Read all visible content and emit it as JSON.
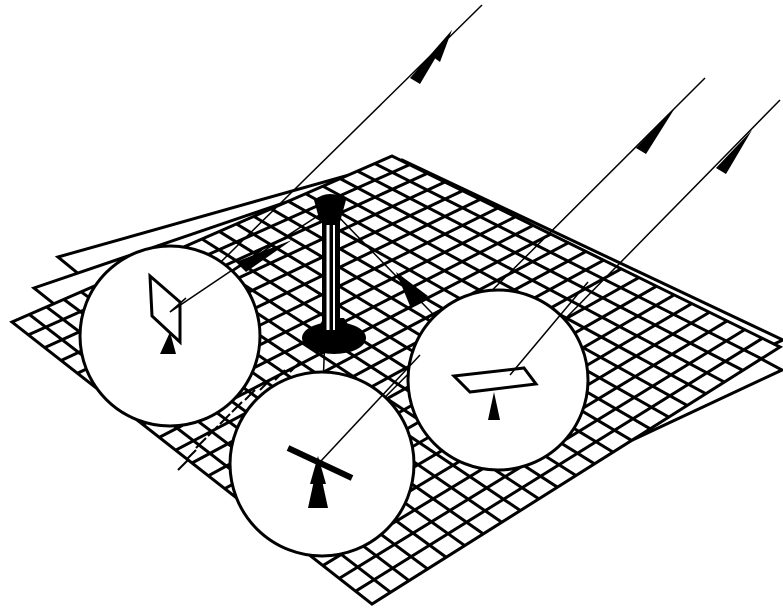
{
  "figure": {
    "description_items": [
      {
        "name": "tower",
        "icon": "tower-icon"
      },
      {
        "name": "reflector-vertical",
        "icon": "mirror-icon"
      },
      {
        "name": "reflector-horizontal",
        "icon": "mirror-icon"
      },
      {
        "name": "reflector-edge-on",
        "icon": "mirror-icon"
      },
      {
        "name": "sun-ray",
        "icon": "arrow-icon"
      }
    ],
    "colors": {
      "ink": "#000000",
      "paper": "#ffffff"
    }
  }
}
